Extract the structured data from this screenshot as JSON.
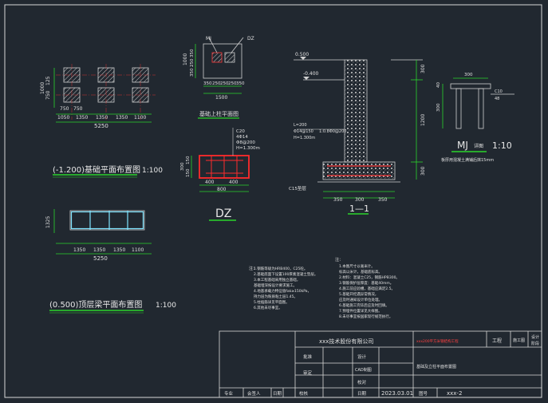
{
  "drawing": {
    "plan_top": {
      "dims_left": [
        "1000",
        "125",
        "750"
      ],
      "dims_bottom_top": [
        "750",
        "750"
      ],
      "dims_bottom": [
        "1050",
        "1350",
        "1350",
        "1350",
        "1100"
      ],
      "total": "5250"
    },
    "plan_top_title": "(-1.200)基础平面布置图",
    "plan_top_scale": "1:100",
    "plan_bottom": {
      "dim_left": "1325",
      "dims": [
        "1350",
        "1350",
        "1350",
        "1100"
      ],
      "total": "5250"
    },
    "plan_bottom_title": "(0.500)顶层梁平面布置图",
    "plan_bottom_scale": "1:100",
    "footing_detail": {
      "labels": [
        "MJ",
        "DZ"
      ],
      "dims_left": [
        "1000",
        "350",
        "250",
        "350"
      ],
      "dims_bottom": [
        "350",
        "250",
        "250",
        "250",
        "350"
      ],
      "total": "1500",
      "caption": "基础上柱平面图"
    },
    "dz": {
      "notes": [
        "C20",
        "4Φ14",
        "Φ8@200",
        "H=1.300m"
      ],
      "dims_left": [
        "300",
        "150",
        "150"
      ],
      "dims_bottom": [
        "400",
        "400"
      ],
      "total": "800",
      "name": "DZ"
    },
    "section": {
      "elev_top": "0.500",
      "elev_mid": "-0.400",
      "dims_right": [
        "300",
        "1200",
        "300"
      ],
      "notes": [
        "L=200",
        "Φ14@150",
        "1:0.8Φ0@200",
        "H=1.300m"
      ],
      "pad_label": "C15垫层",
      "dims_bottom": [
        "350",
        "300",
        "350"
      ],
      "name": "1—1"
    },
    "mj": {
      "dims_left": [
        "40",
        "300"
      ],
      "top_dim": "300",
      "right_labels": [
        "C10",
        "48"
      ],
      "name": "MJ",
      "suffix": "详图",
      "scale": "1:10",
      "note": "板厚用混凝土满铺后抹15mm"
    },
    "notes_left": {
      "title": "注：",
      "lines": [
        "1.钢筋等级为HRB400，C25砼。",
        "2.基础底面下设置100厚素混凝土垫层。",
        "3.本工程基础采用独立基础，",
        "  基础埋深按设计要求施工。",
        "4.地基承载力特征值fak≥150kPa，",
        "  持力层为粉质粘土层1.45。",
        "5.柱插筋详见平面图。",
        "6.其他未尽事宜。"
      ]
    },
    "notes_right": {
      "title": "注：",
      "lines": [
        "1.本图尺寸以毫米计。",
        "  标高以米计，基础底标高。",
        "2.材料：混凝土C25，钢筋HPB300。",
        "3.钢筋保护层厚度：基础40mm。",
        "4.施工前应验槽，基础应满足2.5。",
        "5.基础开挖遇异常情况，",
        "  应及时通知设计单位处理。",
        "6.基础施工完毕后应及时回填。",
        "7.预埋件位置详见大样图。",
        "8.未尽事宜按国家现行规范执行。"
      ]
    }
  },
  "titleblock": {
    "company": "xxx技术股份有限公司",
    "red_text": "xxx200平方米钢结构工程",
    "gong_cheng": "工程",
    "stage": "施工图",
    "design_label": "设计",
    "phase_label": "阶段",
    "rows_left": [
      "批准",
      "审定"
    ],
    "rows_mid": [
      "设计",
      "CAD制图",
      "校对",
      "日期"
    ],
    "drawing_name": "基础及立柱平面布置图",
    "date": "2023.03.01",
    "tu_hao": "图号",
    "number": "xxx-2",
    "bottom_labels": [
      "专业",
      "会签人",
      "日期",
      "校核"
    ]
  }
}
